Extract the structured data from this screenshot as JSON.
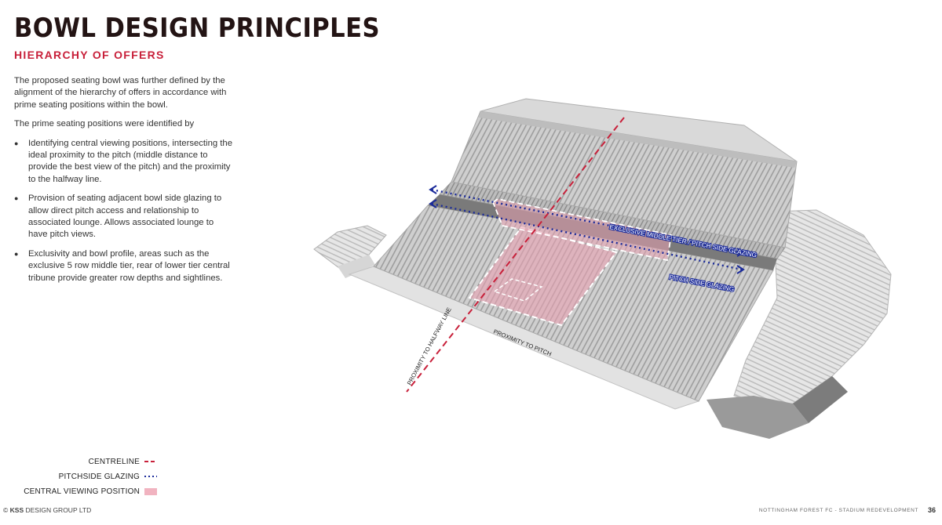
{
  "header": {
    "title": "BOWL DESIGN PRINCIPLES",
    "subtitle": "HIERARCHY OF OFFERS"
  },
  "body": {
    "intro": "The proposed seating bowl was further defined by the alignment of the hierarchy of offers in accordance with prime seating positions within the bowl.",
    "lead": "The prime seating positions were identified by",
    "bullets": [
      "Identifying central viewing positions, intersecting the ideal proximity to the pitch (middle distance to provide the best view of the pitch) and the proximity to the halfway line.",
      "Provision of seating adjacent bowl side glazing to allow direct pitch access and relationship to associated lounge. Allows associated lounge to have pitch views.",
      "Exclusivity and bowl profile, areas such as the exclusive 5 row middle tier, rear of lower tier central tribune provide greater row depths and sightlines."
    ]
  },
  "diagram": {
    "labels": {
      "exclusive": "EXCLUSIVE MIDDLE TIER / PITCH SIDE GLAZING",
      "pitchside": "PITCH SIDE GLAZING",
      "halfway": "PROXIMITY TO HALFWAY LINE",
      "proximity": "PROXIMITY TO PITCH"
    },
    "colors": {
      "centreline": "#c8203a",
      "glazing": "#1a2a9a",
      "central_area": "#e8a0b0"
    }
  },
  "legend": {
    "items": [
      {
        "label": "CENTRELINE",
        "symbol": "dash"
      },
      {
        "label": "PITCHSIDE GLAZING",
        "symbol": "dot"
      },
      {
        "label": "CENTRAL VIEWING POSITION",
        "symbol": "box"
      }
    ]
  },
  "footer": {
    "copyright_symbol": "©",
    "company_brand": "KSS",
    "company_rest": "DESIGN GROUP LTD",
    "project": "NOTTINGHAM FOREST FC - STADIUM REDEVELOPMENT",
    "page": "36"
  }
}
